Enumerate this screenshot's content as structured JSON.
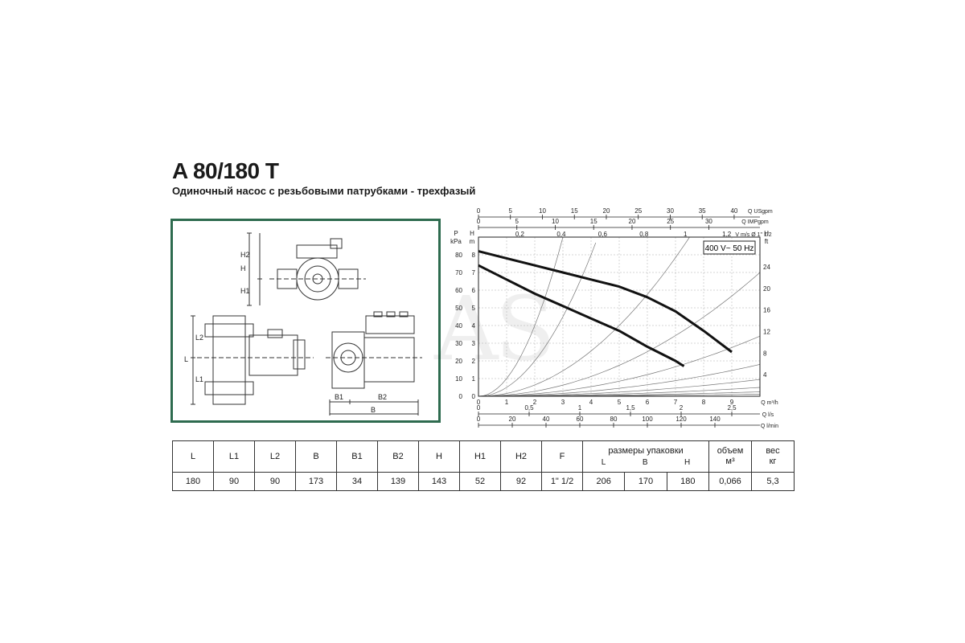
{
  "header": {
    "title": "A 80/180 T",
    "subtitle": "Одиночный насос с резьбовыми патрубками - трехфазый"
  },
  "watermark": "AS",
  "drawing": {
    "accent": "#2e6b4f",
    "labels": {
      "h": "H",
      "h1": "H1",
      "h2": "H2",
      "l": "L",
      "l1": "L1",
      "l2": "L2",
      "b": "B",
      "b1": "B1",
      "b2": "B2"
    }
  },
  "chart_data": {
    "type": "line",
    "power_label": "400 V~ 50 Hz",
    "axes": {
      "left_p_label": [
        "P",
        "kPa"
      ],
      "left_h_label": [
        "H",
        "m"
      ],
      "right_label": [
        "H",
        "ft"
      ],
      "left_p_ticks": [
        0,
        10,
        20,
        30,
        40,
        50,
        60,
        70,
        80
      ],
      "left_h_ticks": [
        0,
        1,
        2,
        3,
        4,
        5,
        6,
        7,
        8
      ],
      "right_ft_ticks": [
        4,
        8,
        12,
        16,
        20,
        24
      ],
      "bottom_m3h_label": "Q m³/h",
      "bottom_m3h_ticks": [
        0,
        1,
        2,
        3,
        4,
        5,
        6,
        7,
        8,
        9
      ],
      "bottom_ls_label": "Q l/s",
      "bottom_ls_ticks": [
        "0",
        "0,5",
        "1",
        "1,5",
        "2",
        "2,5"
      ],
      "bottom_lmin_label": "Q l/min",
      "bottom_lmin_ticks": [
        0,
        20,
        40,
        60,
        80,
        100,
        120,
        140
      ],
      "top_usgpm_label": "Q USgpm",
      "top_usgpm_ticks": [
        0,
        5,
        10,
        15,
        20,
        25,
        30,
        35,
        40
      ],
      "top_impgpm_label": "Q IMPgpm",
      "top_impgpm_ticks": [
        0,
        5,
        10,
        15,
        20,
        25,
        30
      ],
      "top_velocity_label": "V m/s Ø 1\" 1/2",
      "top_velocity_ticks": [
        "0,2",
        "0,4",
        "0,6",
        "0,8",
        "1",
        "1,2"
      ],
      "xlim": [
        0,
        10
      ],
      "ylim": [
        0,
        9
      ]
    },
    "series": [
      {
        "name": "",
        "x": [
          0,
          1,
          2,
          3,
          4,
          5,
          6,
          7,
          8,
          9
        ],
        "y": [
          8.2,
          7.8,
          7.4,
          7.0,
          6.6,
          6.2,
          5.6,
          4.8,
          3.7,
          2.5
        ]
      },
      {
        "name": "",
        "x": [
          0,
          1,
          2,
          3,
          4,
          5,
          6,
          7,
          7.3
        ],
        "y": [
          7.4,
          6.6,
          5.8,
          5.1,
          4.4,
          3.7,
          2.8,
          2.0,
          1.7
        ]
      }
    ],
    "system_curve_coefficients": [
      100,
      50,
      16,
      7,
      3.4,
      1.8,
      0.95,
      0.5,
      0.25,
      0.12
    ],
    "grid": true
  },
  "specs_table": {
    "headers": [
      "L",
      "L1",
      "L2",
      "B",
      "B1",
      "B2",
      "H",
      "H1",
      "H2",
      "F"
    ],
    "packaging": {
      "title": "размеры упаковки",
      "cols": [
        "L",
        "B",
        "H"
      ]
    },
    "volume": {
      "label": "объем",
      "unit": "м³"
    },
    "weight": {
      "label": "вес",
      "unit": "кг"
    },
    "values": [
      "180",
      "90",
      "90",
      "173",
      "34",
      "139",
      "143",
      "52",
      "92",
      "1\" 1/2",
      "206",
      "170",
      "180",
      "0,066",
      "5,3"
    ]
  }
}
